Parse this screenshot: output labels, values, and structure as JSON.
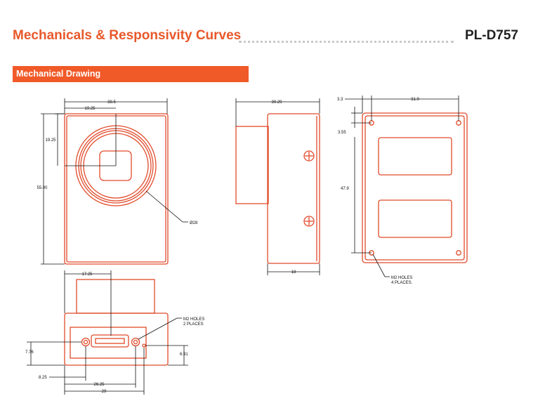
{
  "header": {
    "title": "Mechanicals & Responsivity Curves",
    "product": "PL-D757"
  },
  "section": {
    "label": "Mechanical Drawing"
  },
  "dimensions": {
    "front_width": "38.5",
    "front_half_width": "19.25",
    "front_half_height": "19.25",
    "front_height": "55.00",
    "lens_diameter": "Ø28",
    "side_depth_top": "30.29",
    "side_depth_bottom": "18",
    "back_offset_x": "3.3",
    "back_hole_spacing_x": "31.9",
    "back_offset_y": "3.55",
    "back_hole_spacing_y": "47.9",
    "back_holes_note_1": "M2 HOLES",
    "back_holes_note_2": "4 PLACES.",
    "bottom_top_dim": "17.25",
    "bottom_left_height": "7.76",
    "bottom_right_height": "6.91",
    "bottom_hole_x": "8.25",
    "bottom_hole_spacing": "26.25",
    "bottom_width": "29",
    "bottom_holes_note_1": "M2 HOLES",
    "bottom_holes_note_2": "2 PLACES"
  }
}
